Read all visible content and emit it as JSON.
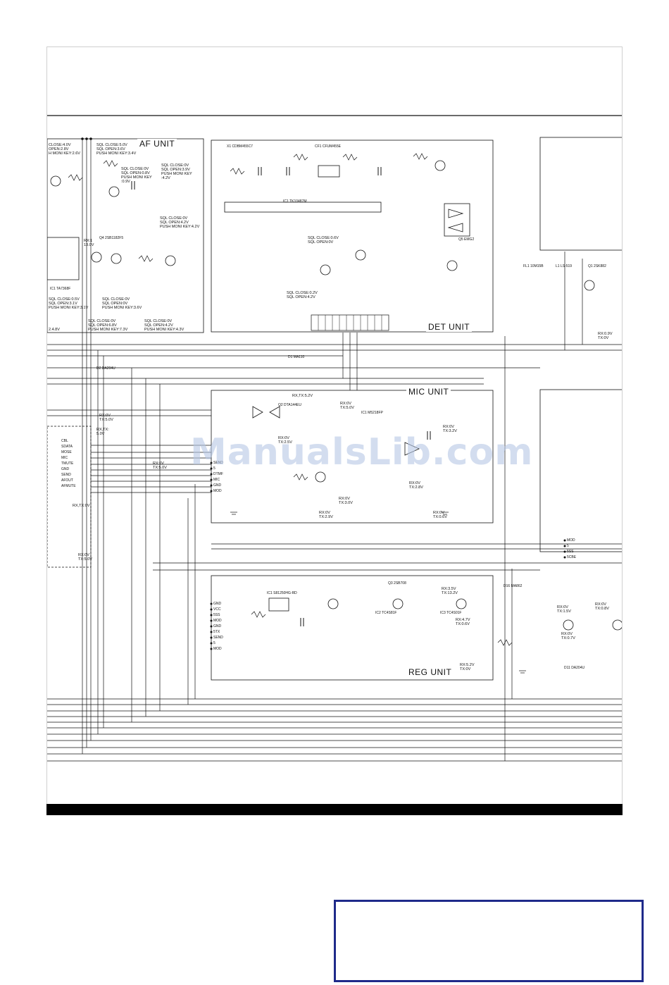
{
  "units": {
    "af": "AF UNIT",
    "det": "DET UNIT",
    "mic": "MIC UNIT",
    "reg": "REG UNIT"
  },
  "watermark": "ManualsLib.com",
  "notes": {
    "af_left_top": "CLOSE:4.0V\nOPEN:2.8V\nH MONI KEY:2.6V",
    "af_sql1": "SQL CLOSE:5.0V\nSQL OPEN:3.6V\nPUSH MONI KEY:3.4V",
    "af_sql2": "SQL CLOSE:0V\nSQL OPEN:0.8V\nPUSH MONI KEY\n:0.9V",
    "af_sql3": "SQL CLOSE:0V\nSQL OPEN:3.9V\nPUSH MONI KEY\n:4.2V",
    "af_sql4": "SQL CLOSE:0V\nSQL OPEN:4.2V\nPUSH MONI KEY:4.2V",
    "af_sql5": "SQL CLOSE:0V\nSQL OPEN:0V\nPUSH MONI KEY:3.6V",
    "af_sql6": "SQL CLOSE:0.5V\nSQL OPEN:3.1V\nPUSH MONI KEY:3.1V",
    "af_sql7": "SQL CLOSE:0V\nSQL OPEN:6.8V\nPUSH MONI KEY:7.3V",
    "af_sql8": "SQL CLOSE:0V\nSQL OPEN:4.2V\nPUSH MONI KEY:4.3V",
    "af_rx": "RX:1\n13.0V",
    "af_48": "2.4.8V",
    "det_sql": "SQL CLOSE:0.6V\nSQL OPEN:0V",
    "det_sql2": "SQL CLOSE:0.2V\nSQL OPEN:4.2V",
    "mic_rxtx": "RX,TX:5.2V",
    "mic_rx0": "RX:0V\nTX:5.0V",
    "mic_rx1": "RX:0V\nTX:3.2V",
    "mic_rx2": "RX:0V\nTX:2.5V",
    "mic_rx3": "RX:0V\nTX:2.8V",
    "mic_rx4": "RX:0V\nTX:3.0V",
    "mic_rx5": "RX:0V\nTX:2.9V",
    "mic_rx6": "RX:0V\nTX:0.6V",
    "left_rx1": "RX:0V\nTX:5.0V",
    "left_rx2": "RX,TX:\n5.0V",
    "left_rx3": "RX:0V\nTX:5.0V",
    "left_rx4": "RX,TX:0V",
    "left_rx5": "RX:0V\nTX:5.0V",
    "reg_rx1": "RX:3.5V\nTX:13.2V",
    "reg_rx2": "RX:4.7V\nTX:0.6V",
    "reg_rx3": "RX:5.2V\nTX:0V",
    "right_rx1": "RX:0.9V\nTX:0V",
    "right_rx2": "RX:0V\nTX:1.5V",
    "right_rx3": "RX:0V\nTX:0.7V",
    "right_rx4": "RX:0V\nTX:0.8V"
  },
  "parts": {
    "ic_det": "IC1 TK10487M",
    "cf1": "CF1 CFUM455E",
    "x1": "X1 CDBM455C7",
    "ic_af": "IC1 TA7368F",
    "ic_mic": "IC1 M5218FP",
    "ic_reg": "IC1 S81250HG-RD",
    "q5_det": "Q5 EMG2",
    "q4_af": "Q4 2SB1182F5",
    "d1": "D1 MA110",
    "d2": "D2 DA204U",
    "d11": "D11 DA204U",
    "d16": "D16 MA862",
    "fl1": "FL1 10M15B",
    "l1": "L1 LS-519",
    "q1": "Q1 2SK882",
    "q2_mic": "Q2 DTA144EU",
    "q3_reg": "Q3 2SB708",
    "ic3_reg": "IC3 TC4S01F",
    "ic2_reg": "IC2 TC4S81F"
  },
  "connectors": {
    "mic_pins": [
      "SEND",
      "5",
      "DTMF",
      "MIC",
      "GND",
      "MOD"
    ],
    "reg_pins": [
      "GND",
      "VCC",
      "5SS",
      "MOD",
      "GND",
      "5TX",
      "SEND",
      "5",
      "MOD"
    ],
    "left_pins": [
      "CBL",
      "SDATA",
      "MOSE",
      "MIC",
      "TMUTE",
      "GND",
      "SEND",
      "AFOUT",
      "AFMUTE"
    ],
    "right_pins": [
      "MOD",
      "5",
      "5SS",
      "5CBE"
    ]
  }
}
